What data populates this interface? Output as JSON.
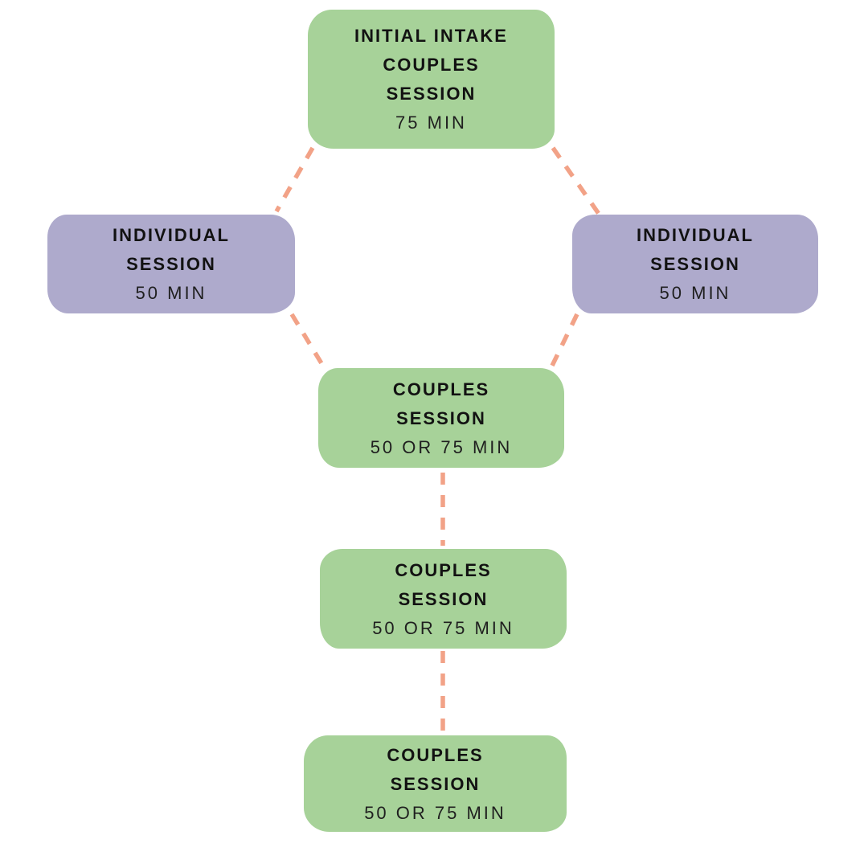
{
  "colors": {
    "node_green": "#a7d299",
    "node_purple": "#aeaacc",
    "connector": "#f2a287",
    "text": "#121212",
    "background": "#ffffff"
  },
  "nodes": {
    "intake": {
      "title": "INITIAL INTAKE\nCOUPLES\nSESSION",
      "duration": "75 MIN"
    },
    "individual_left": {
      "title": "INDIVIDUAL\nSESSION",
      "duration": "50 MIN"
    },
    "individual_right": {
      "title": "INDIVIDUAL\nSESSION",
      "duration": "50 MIN"
    },
    "couples_1": {
      "title": "COUPLES\nSESSION",
      "duration": "50 OR 75 MIN"
    },
    "couples_2": {
      "title": "COUPLES\nSESSION",
      "duration": "50 OR 75 MIN"
    },
    "couples_3": {
      "title": "COUPLES\nSESSION",
      "duration": "50 OR 75 MIN"
    }
  }
}
